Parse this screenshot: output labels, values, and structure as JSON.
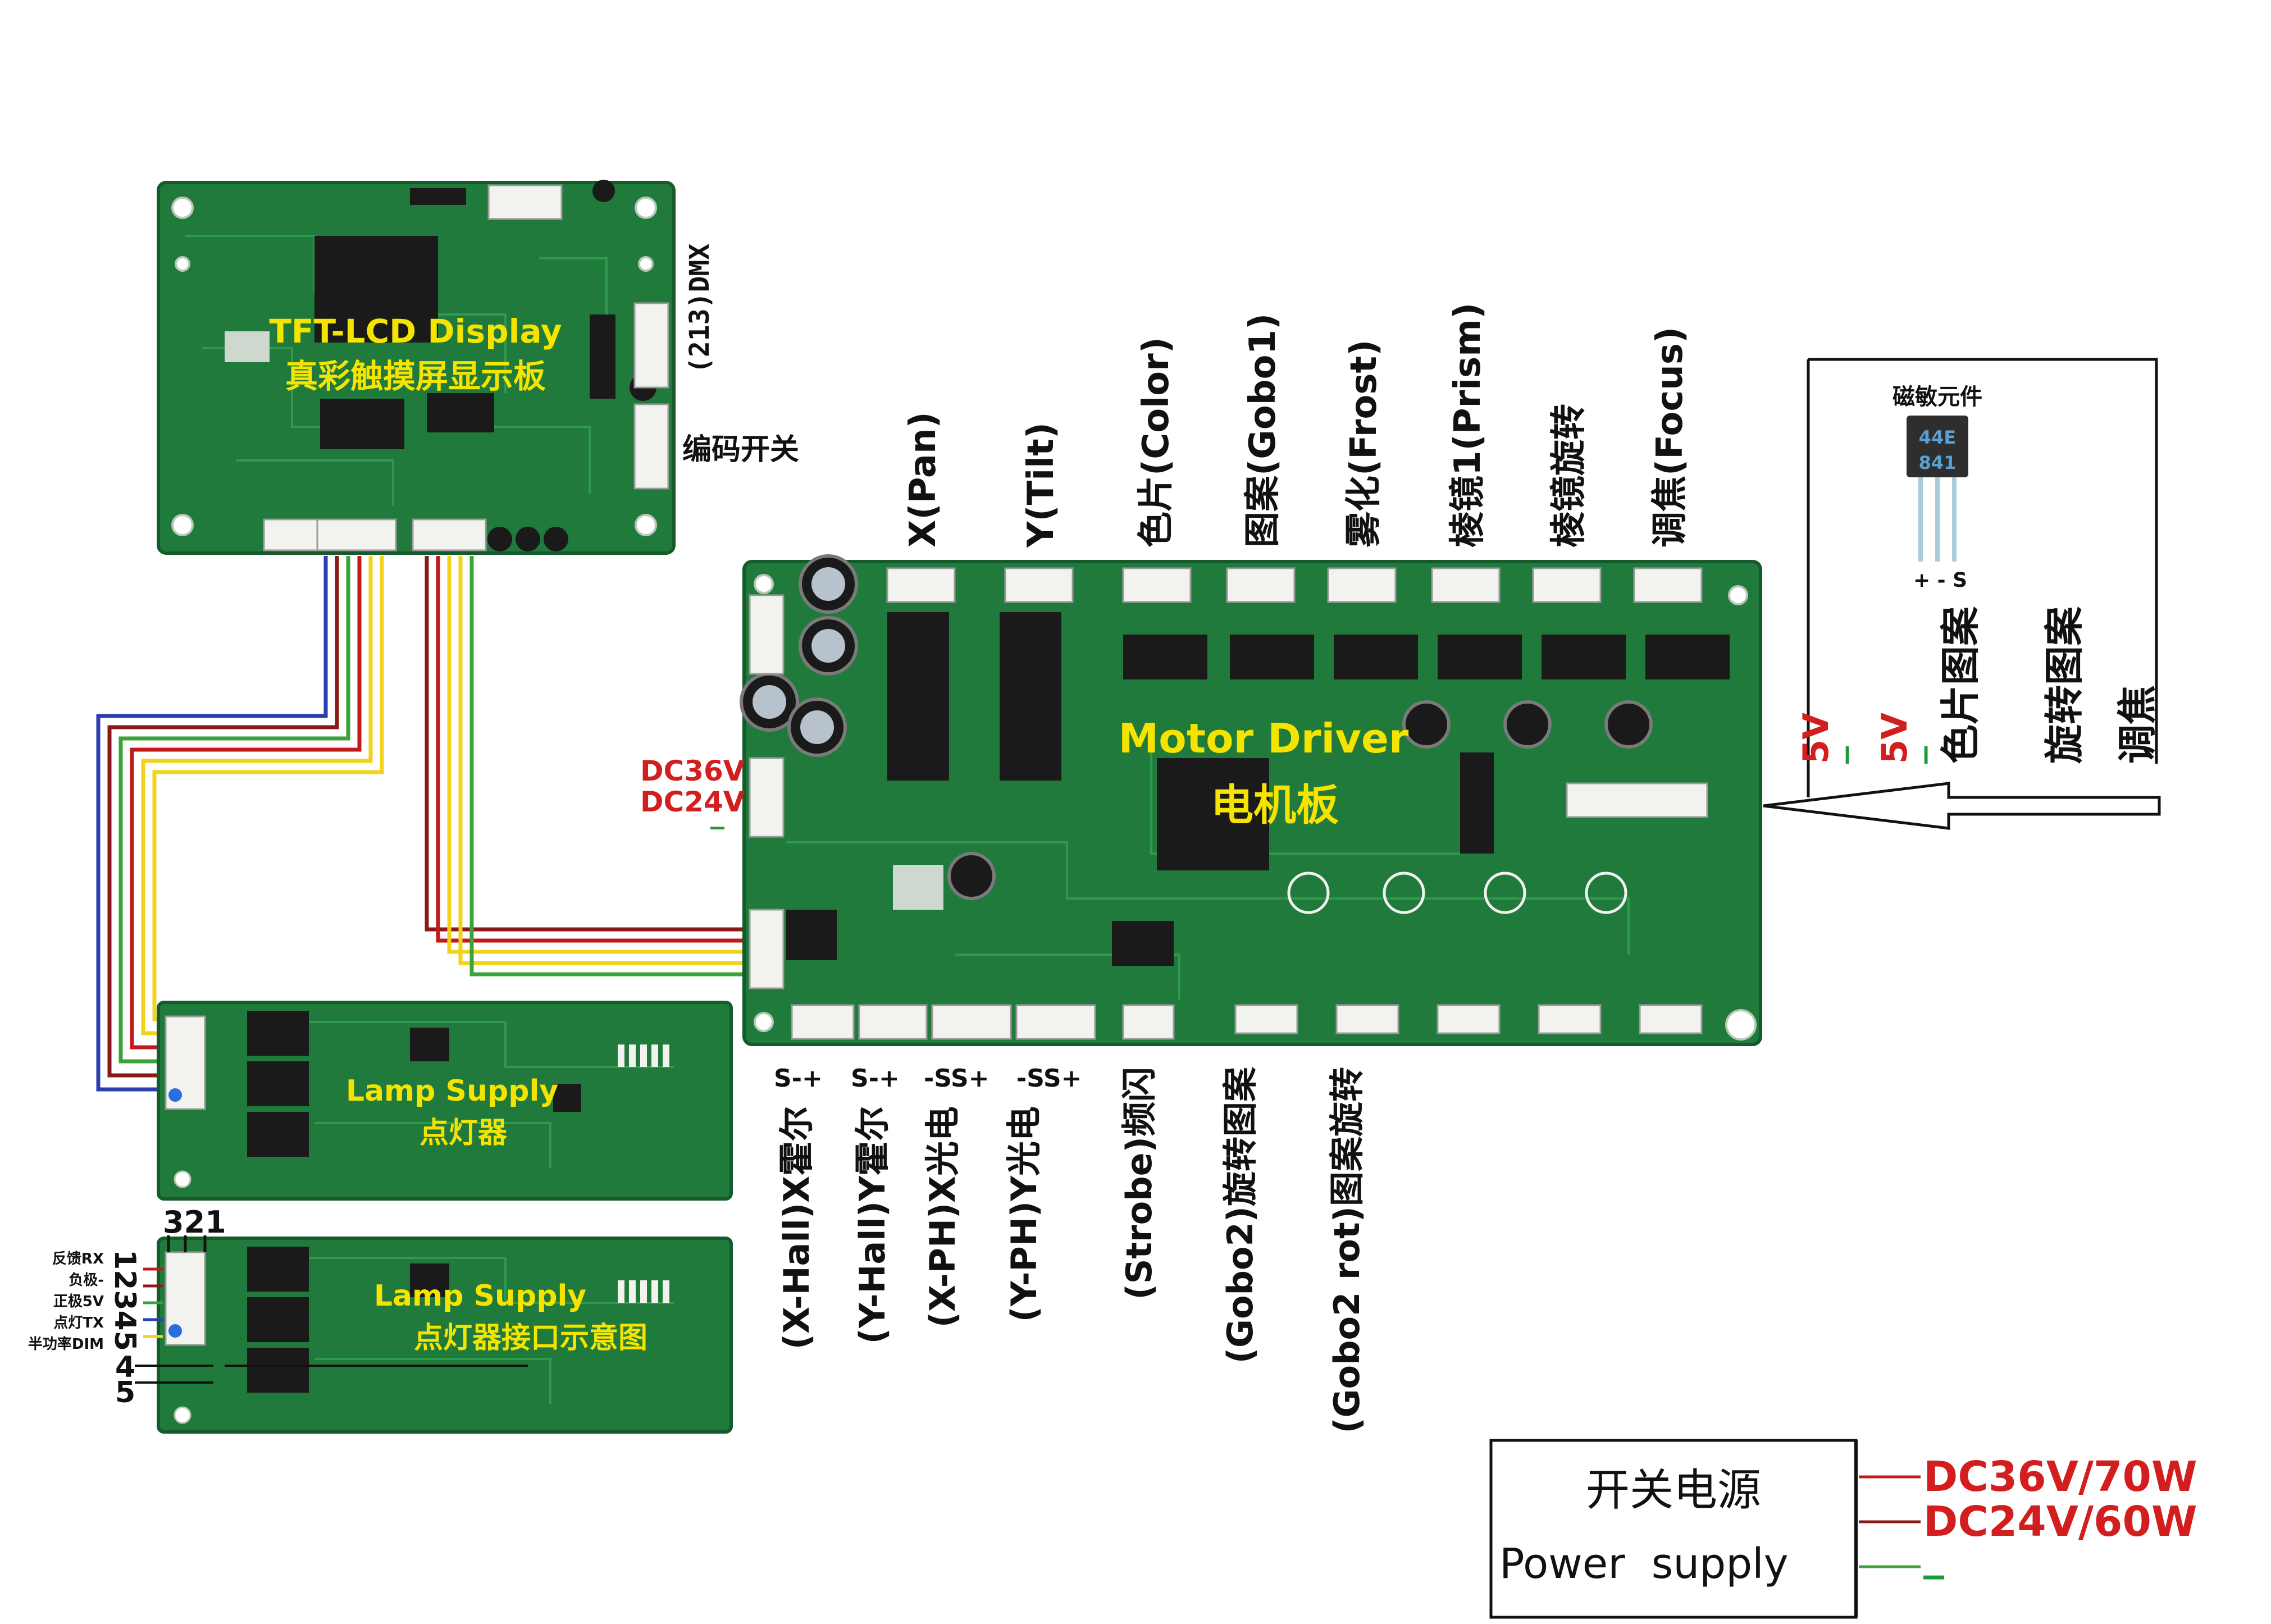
{
  "colors": {
    "pcb": "#1f7a3c",
    "pcb_dark": "#145a2a",
    "pcb_light": "#2e9a4e",
    "silk": "#e8f2e8",
    "connector": "#f2f2ee",
    "chip": "#1a1a1a",
    "board_label": "#f5e400",
    "text": "#111111",
    "accent_red": "#d21e1e",
    "accent_green": "#1f9a3a",
    "wire_blue": "#2a3fae",
    "wire_dark_red": "#8a1a1a",
    "wire_yellow": "#f3d21a",
    "wire_green": "#3aa33a",
    "wire_red": "#c21a1a"
  },
  "display_board": {
    "label_en": "TFT-LCD Display",
    "label_cn": "真彩触摸屏显示板",
    "side_dmx": "(213)DMX",
    "side_encoder": "编码开关"
  },
  "motor_board": {
    "label_en": "Motor Driver",
    "label_cn": "电机板",
    "power_in_36": "DC36V",
    "power_in_24": "DC24V",
    "power_in_gnd": "_",
    "top_connectors": [
      "X(Pan)",
      "Y(Tilt)",
      "色片(Color)",
      "图案(Gobo1)",
      "雾化(Frost)",
      "棱镜1(Prism)",
      "棱镜旋转",
      "调焦(Focus)"
    ],
    "bottom_pin_labels": [
      "S-+",
      "S-+",
      "-SS+",
      "-SS+"
    ],
    "bottom_connectors": [
      "(X-Hall)X霍尔",
      "(Y-Hall)Y霍尔",
      "(X-PH)X光电",
      "(Y-PH)Y光电",
      "(Strobe)频闪",
      "(Gobo2)旋转图案",
      "(Gobo2 rot)图案旋转"
    ]
  },
  "sensor_box": {
    "title": "磁敏元件",
    "chip_top": "44E",
    "chip_bottom": "841",
    "pins": "+ - S",
    "column1_v": "5V",
    "column1_dash": "_",
    "column2_v": "5V",
    "column2_dash": "_",
    "column3": "色片图案",
    "column4": "旋转图案",
    "column5": "调焦"
  },
  "lamp_board_1": {
    "label_en": "Lamp Supply",
    "label_cn": "点灯器"
  },
  "lamp_board_2": {
    "label_en": "Lamp Supply",
    "label_cn": "点灯器接口示意图",
    "pin_numbers_top": "321",
    "pin_numbers_side": "12345",
    "pin_numbers_low1": "4",
    "pin_numbers_low2": "5",
    "pin_functions": [
      "反馈RX",
      "负极-",
      "正极5V",
      "点灯TX",
      "半功率DIM"
    ]
  },
  "power_supply": {
    "title_cn": "开关电源",
    "title_en": "Power  supply",
    "out_36": "DC36V/70W",
    "out_24": "DC24V/60W",
    "out_gnd": "_"
  }
}
